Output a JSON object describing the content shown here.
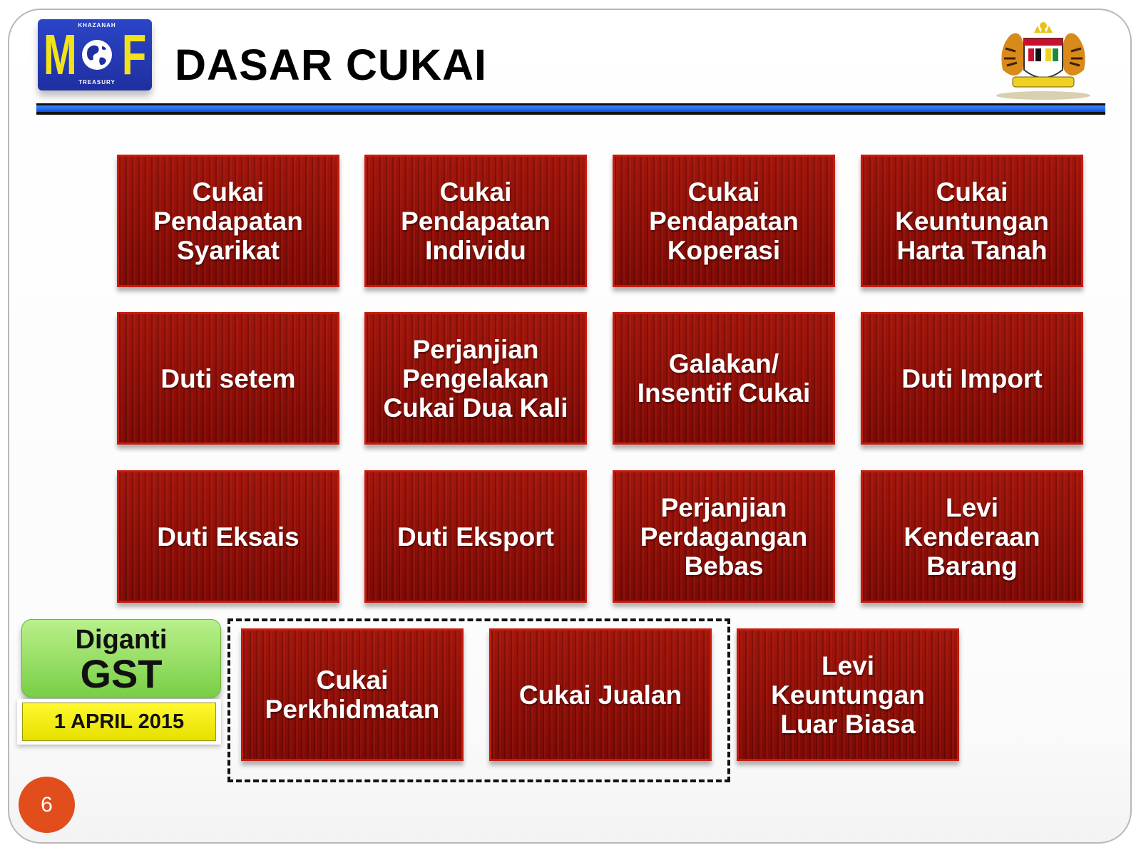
{
  "header": {
    "logo_letters": [
      "M",
      "F"
    ],
    "logo_ring_top": "KHAZANAH",
    "logo_ring_bottom": "TREASURY",
    "title": "DASAR CUKAI"
  },
  "tiles": {
    "row1": [
      {
        "label": "Cukai\nPendapatan\nSyarikat"
      },
      {
        "label": "Cukai\nPendapatan\nIndividu"
      },
      {
        "label": "Cukai\nPendapatan\nKoperasi"
      },
      {
        "label": "Cukai\nKeuntungan\nHarta Tanah"
      }
    ],
    "row2": [
      {
        "label": "Duti setem"
      },
      {
        "label": "Perjanjian\nPengelakan\nCukai Dua Kali"
      },
      {
        "label": "Galakan/\nInsentif Cukai"
      },
      {
        "label": "Duti Import"
      }
    ],
    "row3": [
      {
        "label": "Duti Eksais"
      },
      {
        "label": "Duti Eksport"
      },
      {
        "label": "Perjanjian\nPerdagangan\nBebas"
      },
      {
        "label": "Levi\nKenderaan\nBarang"
      }
    ],
    "row4": [
      {
        "label": "Cukai\nPerkhidmatan"
      },
      {
        "label": "Cukai Jualan"
      },
      {
        "label": "Levi\nKeuntungan\nLuar Biasa"
      }
    ]
  },
  "gst_callout": {
    "line1": "Diganti",
    "line2": "GST",
    "date": "1 APRIL 2015"
  },
  "footer": {
    "page_number": "6"
  },
  "colors": {
    "tile": "#8a0f08",
    "rule_blue": "#1a5ef0",
    "callout_green": "#8fdc5a",
    "date_yellow": "#f4ee10",
    "page_badge": "#e24d1c"
  }
}
